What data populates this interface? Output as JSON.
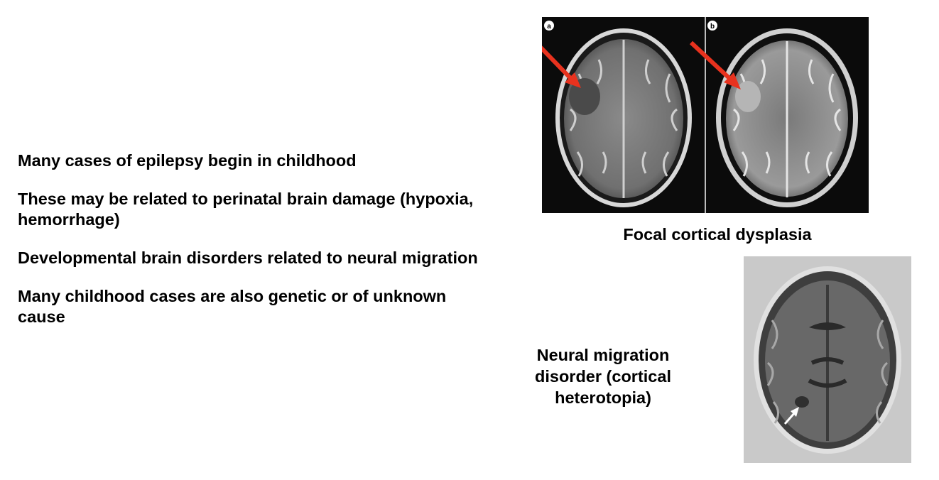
{
  "bullets": [
    "Many cases of epilepsy begin in childhood",
    "These may be related to perinatal brain damage (hypoxia, hemorrhage)",
    "Developmental brain disorders related to neural migration",
    "Many childhood cases are also genetic or of unknown cause"
  ],
  "figures": {
    "dysplasia": {
      "panel_a_label": "a",
      "panel_b_label": "b",
      "caption": "Focal cortical dysplasia",
      "arrow_color": "#e8321e"
    },
    "heterotopia": {
      "caption": "Neural migration disorder (cortical heterotopia)",
      "arrow_color": "#ffffff"
    }
  }
}
